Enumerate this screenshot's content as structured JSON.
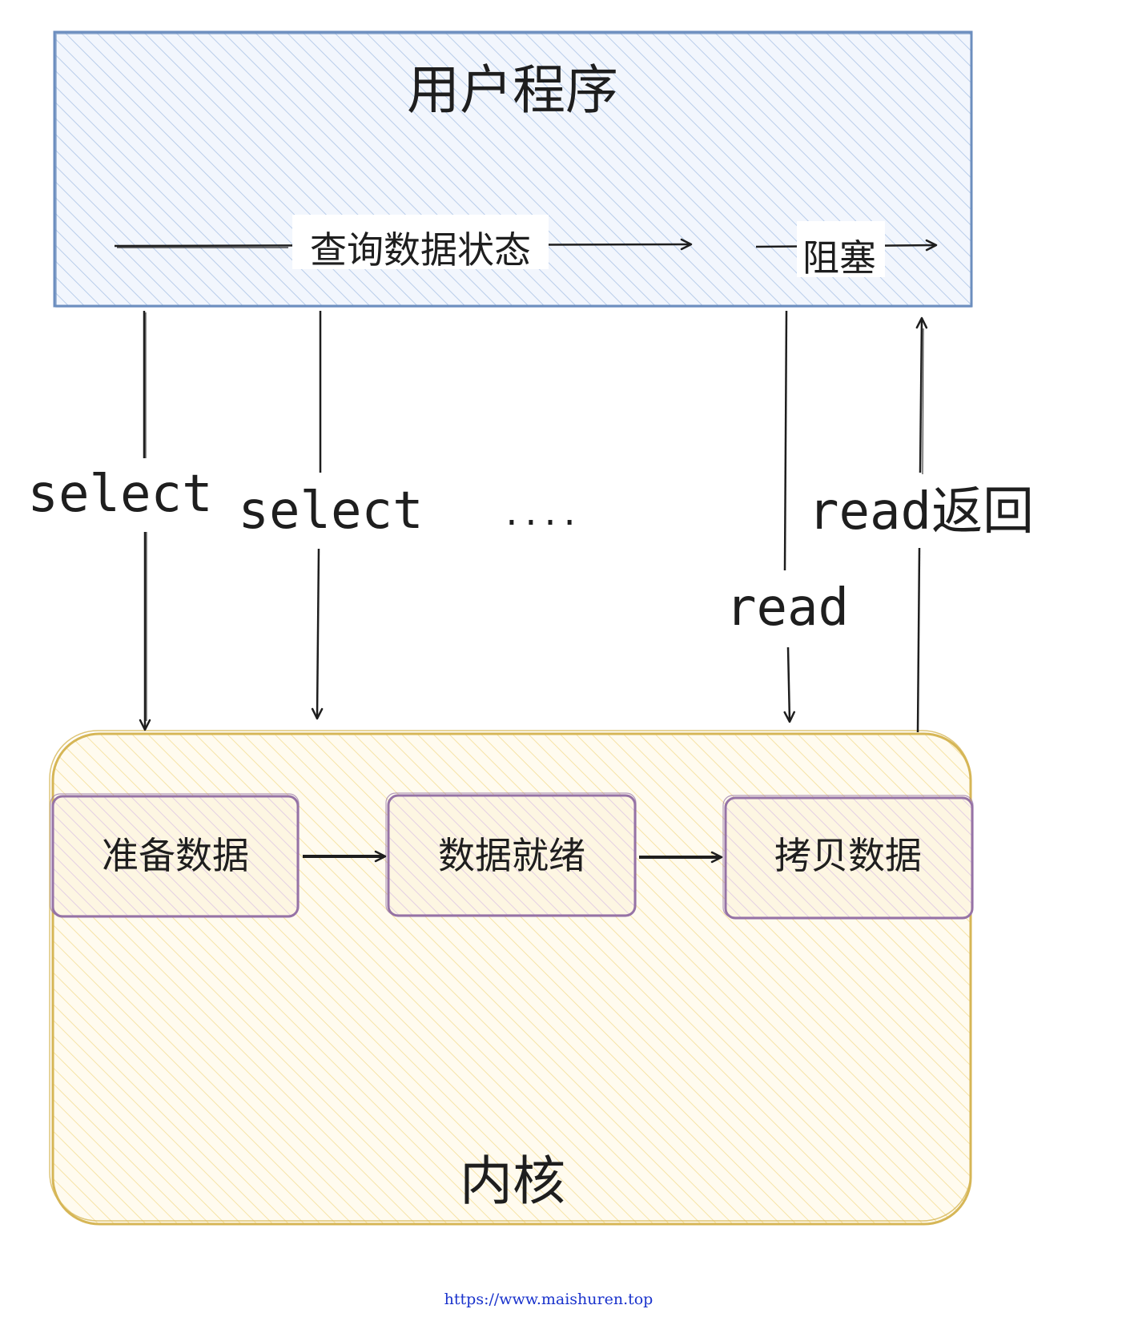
{
  "user_program": {
    "title": "用户程序",
    "query_label": "查询数据状态",
    "block_label": "阻塞"
  },
  "kernel": {
    "title": "内核",
    "steps": [
      "准备数据",
      "数据就绪",
      "拷贝数据"
    ]
  },
  "calls": {
    "select_1": "select",
    "select_2": "select",
    "ellipsis": "....",
    "read": "read",
    "read_return": "read返回"
  },
  "footer": {
    "url": "https://www.maishuren.top"
  },
  "colors": {
    "user_stroke": "#6c8ebf",
    "user_fill": "#dae8fc",
    "kernel_stroke": "#d6b656",
    "kernel_fill": "#fff2cc",
    "step_stroke": "#9673a6",
    "ink": "#1e1e1e"
  }
}
